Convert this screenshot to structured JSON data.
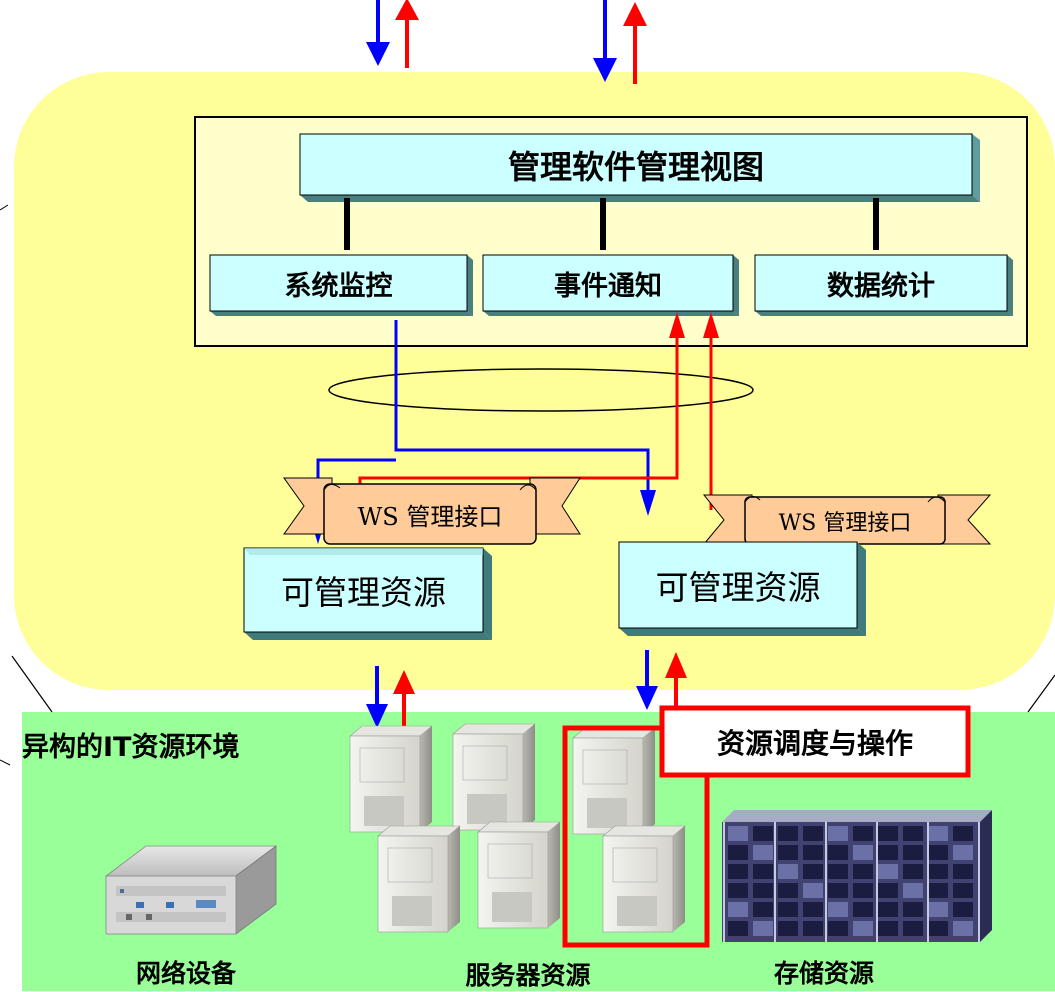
{
  "diagram": {
    "top_view": {
      "title": "管理软件管理视图",
      "modules": [
        "系统监控",
        "事件通知",
        "数据统计"
      ]
    },
    "interfaces": [
      "WS 管理接口",
      "WS 管理接口"
    ],
    "resources": [
      "可管理资源",
      "可管理资源"
    ],
    "environment": {
      "title": "异构的IT资源环境",
      "operation_label": "资源调度与操作",
      "categories": [
        "网络设备",
        "服务器资源",
        "存储资源"
      ]
    },
    "colors": {
      "management_area": "#ffff99",
      "environment_area": "#99ff99",
      "box_fill": "#ccffff",
      "interface_fill": "#ffcc99",
      "down_arrow": "#0000ff",
      "up_arrow": "#ff0000",
      "highlight": "#ff0000"
    },
    "icons": [
      "network-device-icon",
      "server-tower-icon",
      "storage-rack-icon"
    ]
  }
}
